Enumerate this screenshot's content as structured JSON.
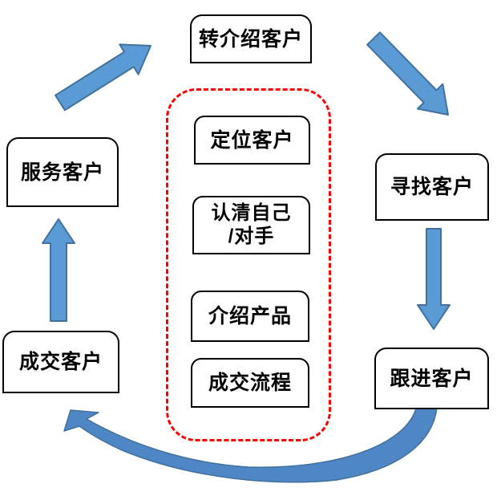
{
  "diagram": {
    "type": "cycle-flow",
    "cycle_nodes": {
      "referral": {
        "label": "转介绍客户"
      },
      "find": {
        "label": "寻找客户"
      },
      "follow_up": {
        "label": "跟进客户"
      },
      "close_deal": {
        "label": "成交客户"
      },
      "serve": {
        "label": "服务客户"
      }
    },
    "inner_panel": {
      "border_style": "red dashed rounded rectangle",
      "items": {
        "position": {
          "label": "定位客户"
        },
        "know": {
          "line1": "认清自己",
          "line2": "/对手"
        },
        "introduce": {
          "label": "介绍产品"
        },
        "process": {
          "label": "成交流程"
        }
      }
    },
    "flows": [
      {
        "from": "服务客户",
        "to": "转介绍客户"
      },
      {
        "from": "转介绍客户",
        "to": "寻找客户"
      },
      {
        "from": "寻找客户",
        "to": "跟进客户"
      },
      {
        "from": "跟进客户",
        "to": "成交客户"
      },
      {
        "from": "成交客户",
        "to": "服务客户"
      }
    ],
    "colors": {
      "arrow_fill": "#5b9bd5",
      "arrow_fill_curved": "#4f86c6",
      "arrow_stroke": "#41719c",
      "node_border": "#000000",
      "node_fill": "#ffffff",
      "dashed_border": "#fe0000",
      "text": "#000000",
      "background": "#ffffff"
    }
  }
}
